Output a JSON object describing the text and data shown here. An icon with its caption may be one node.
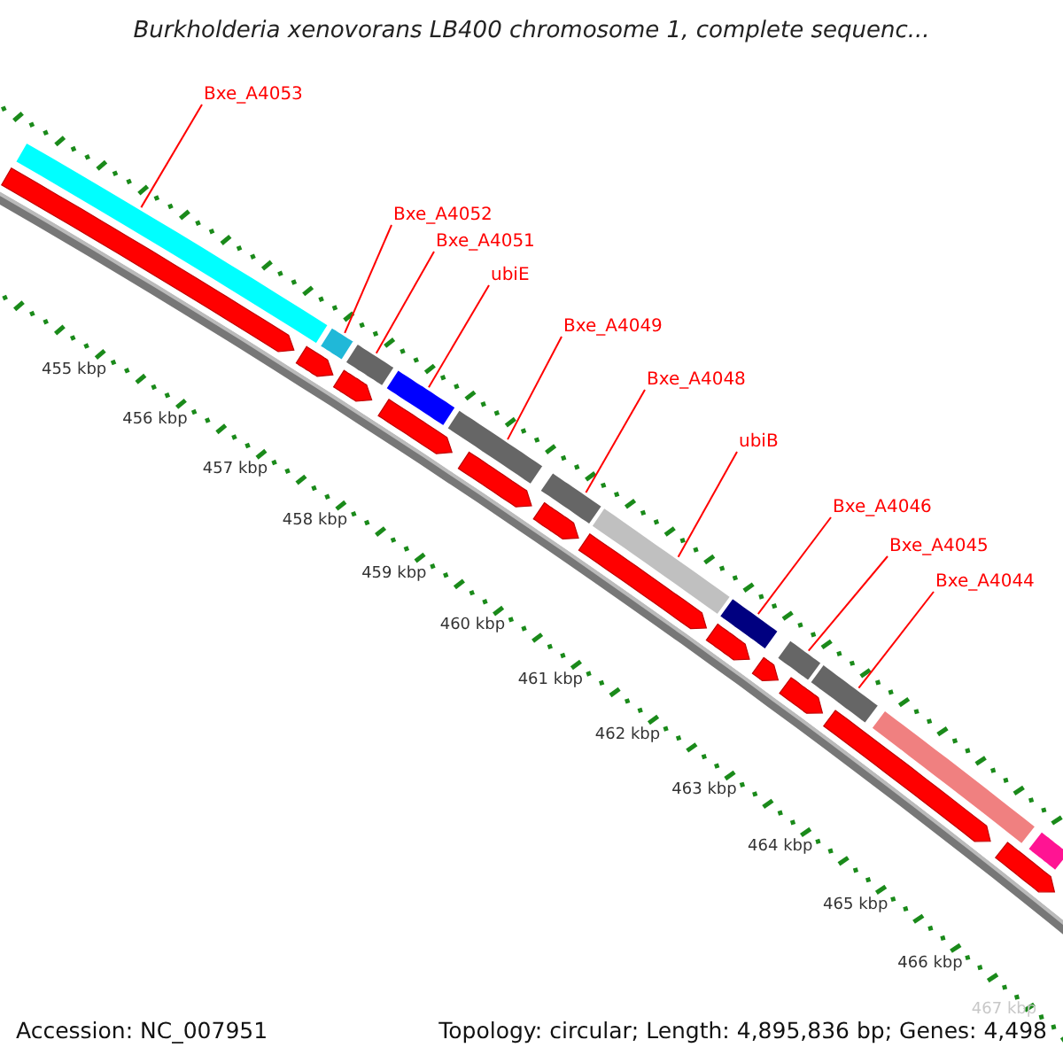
{
  "diagram": {
    "title": "Burkholderia xenovorans LB400 chromosome 1, complete sequenc...",
    "nodes": [
      {
        "text": [
          "Bxe_A4053"
        ]
      },
      {
        "text": [
          "Bxe_A4052"
        ]
      },
      {
        "text": [
          "Bxe_A4051"
        ]
      },
      {
        "text": [
          "ubiE"
        ]
      },
      {
        "text": [
          "Bxe_A4049"
        ]
      },
      {
        "text": [
          "Bxe_A4048"
        ]
      },
      {
        "text": [
          "ubiB"
        ]
      },
      {
        "text": [
          "Bxe_A4046"
        ]
      },
      {
        "text": [
          "Bxe_A4045"
        ]
      },
      {
        "text": [
          "Bxe_A4044"
        ]
      },
      {
        "text": [],
        "shape": "bar"
      },
      {
        "text": [],
        "shape": "bar"
      },
      {
        "text": [],
        "shape": "bar"
      },
      {
        "text": [],
        "shape": "bar"
      },
      {
        "text": [],
        "shape": "bar"
      },
      {
        "text": [],
        "shape": "bar"
      },
      {
        "text": [],
        "shape": "bar"
      },
      {
        "text": [],
        "shape": "bar"
      },
      {
        "text": [],
        "shape": "bar"
      },
      {
        "text": [],
        "shape": "bar"
      },
      {
        "text": [],
        "shape": "bar"
      },
      {
        "text": [],
        "shape": "bar"
      },
      {
        "text": [],
        "shape": "arrow"
      },
      {
        "text": [],
        "shape": "arrow"
      },
      {
        "text": [],
        "shape": "arrow"
      },
      {
        "text": [],
        "shape": "arrow"
      },
      {
        "text": [],
        "shape": "arrow"
      },
      {
        "text": [],
        "shape": "arrow"
      },
      {
        "text": [],
        "shape": "arrow"
      },
      {
        "text": [],
        "shape": "arrow"
      },
      {
        "text": [],
        "shape": "arrow"
      },
      {
        "text": [],
        "shape": "arrow"
      },
      {
        "text": [],
        "shape": "arrow"
      },
      {
        "text": [],
        "shape": "arrow"
      }
    ],
    "edges": [
      {
        "from": 0,
        "to": 10,
        "arrow": "none"
      },
      {
        "from": 1,
        "to": 11,
        "arrow": "none"
      },
      {
        "from": 2,
        "to": 12,
        "arrow": "none"
      },
      {
        "from": 3,
        "to": 13,
        "arrow": "none"
      },
      {
        "from": 4,
        "to": 14,
        "arrow": "none"
      },
      {
        "from": 5,
        "to": 15,
        "arrow": "none"
      },
      {
        "from": 6,
        "to": 16,
        "arrow": "none"
      },
      {
        "from": 7,
        "to": 17,
        "arrow": "none"
      },
      {
        "from": 8,
        "to": 18,
        "arrow": "none"
      },
      {
        "from": 9,
        "to": 19,
        "arrow": "none"
      }
    ],
    "labels": [
      "455 kbp",
      "456 kbp",
      "457 kbp",
      "458 kbp",
      "459 kbp",
      "460 kbp",
      "461 kbp",
      "462 kbp",
      "463 kbp",
      "464 kbp",
      "465 kbp",
      "466 kbp",
      "467 kbp",
      "Accession: NC_007951",
      "Topology: circular; Length: 4,895,836 bp; Genes: 4,498"
    ]
  }
}
